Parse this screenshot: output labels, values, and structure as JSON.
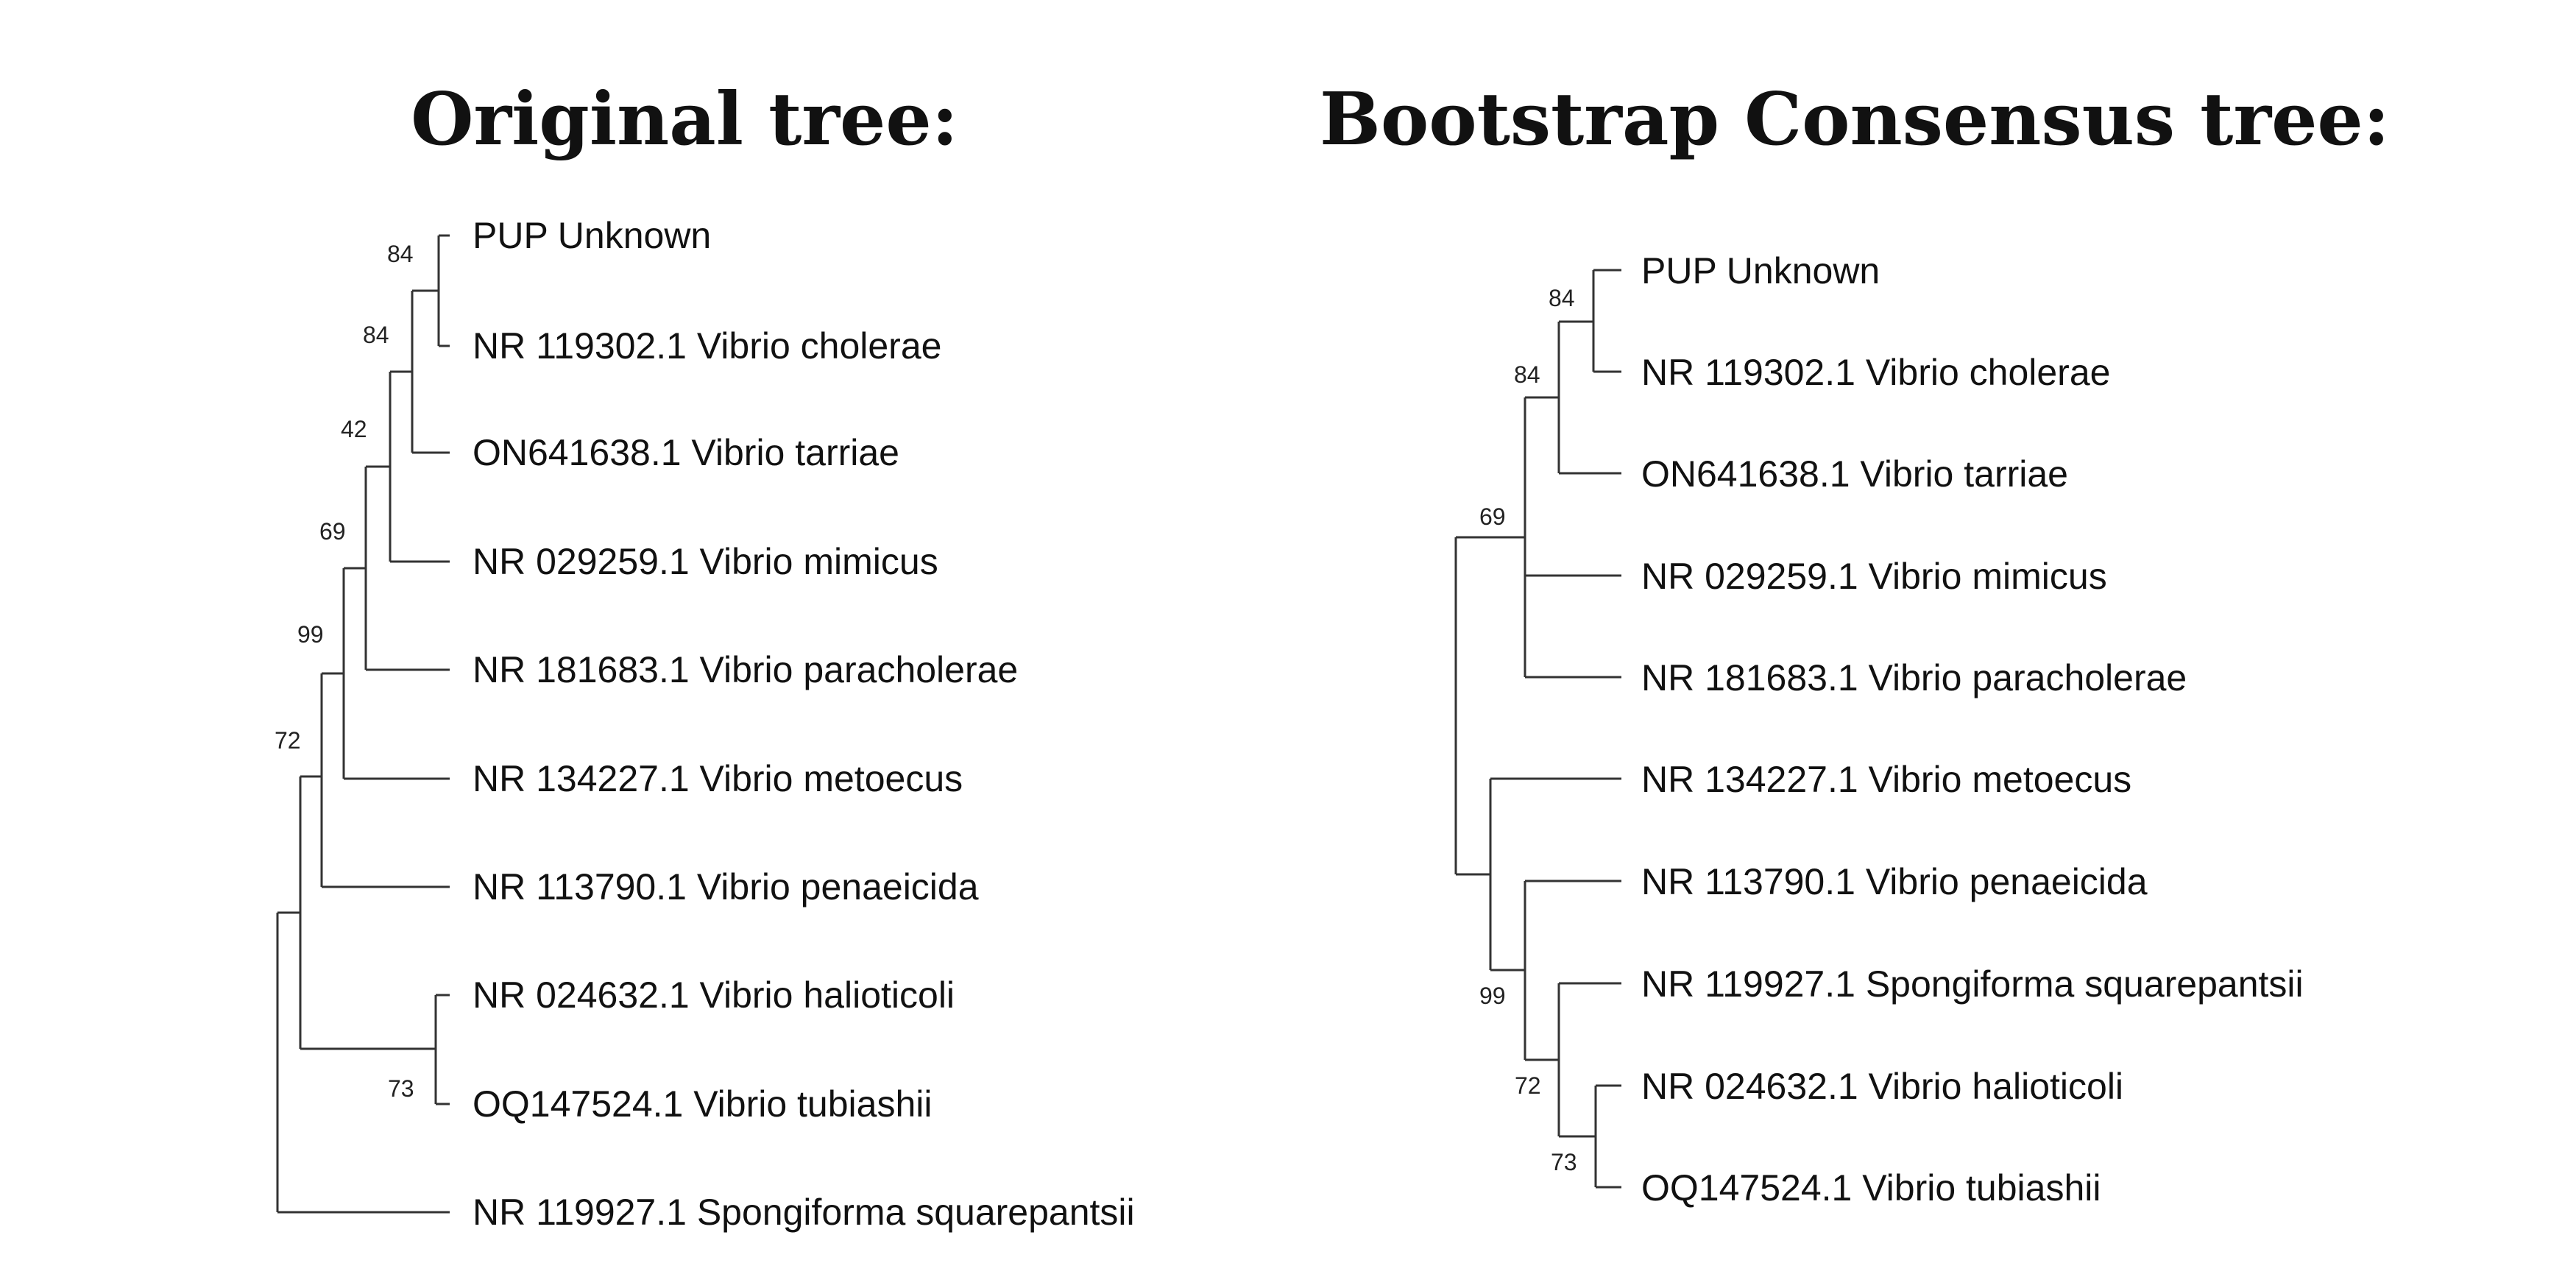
{
  "titles": {
    "original": "Original tree:",
    "consensus": "Bootstrap Consensus tree:"
  },
  "trees": {
    "original": {
      "leaves": [
        "PUP Unknown",
        "NR 119302.1 Vibrio cholerae",
        "ON641638.1 Vibrio tarriae",
        "NR 029259.1 Vibrio mimicus",
        "NR 181683.1 Vibrio paracholerae",
        "NR 134227.1 Vibrio metoecus",
        "NR 113790.1 Vibrio penaeicida",
        "NR 024632.1 Vibrio halioticoli",
        "OQ147524.1 Vibrio tubiashii",
        "NR 119927.1 Spongiforma squarepantsii"
      ],
      "supports": [
        "84",
        "84",
        "42",
        "69",
        "99",
        "72",
        "73"
      ]
    },
    "consensus": {
      "leaves": [
        "PUP Unknown",
        "NR 119302.1 Vibrio cholerae",
        "ON641638.1 Vibrio tarriae",
        "NR 029259.1 Vibrio mimicus",
        "NR 181683.1 Vibrio paracholerae",
        "NR 134227.1 Vibrio metoecus",
        "NR 113790.1 Vibrio penaeicida",
        "NR 119927.1 Spongiforma squarepantsii",
        "NR 024632.1 Vibrio halioticoli",
        "OQ147524.1 Vibrio tubiashii"
      ],
      "supports": [
        "84",
        "84",
        "69",
        "99",
        "72",
        "73"
      ]
    }
  }
}
